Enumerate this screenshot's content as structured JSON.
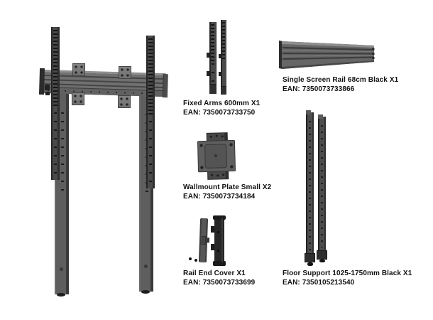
{
  "image_type": "product-parts-overview",
  "colors": {
    "background": "#ffffff",
    "metal_gray": "#5f5f5f",
    "dark_metal": "#262626",
    "label_text": "#111111"
  },
  "parts": [
    {
      "id": "fixed-arms",
      "name": "Fixed Arms 600mm X1",
      "ean": "7350073733750",
      "ean_text": "EAN: 7350073733750"
    },
    {
      "id": "single-screen-rail",
      "name": "Single Screen Rail 68cm Black X1",
      "ean": "7350073733866",
      "ean_text": "EAN: 7350073733866"
    },
    {
      "id": "wallmount-plate",
      "name": "Wallmount Plate Small X2",
      "ean": "7350073734184",
      "ean_text": "EAN: 7350073734184"
    },
    {
      "id": "rail-end-cover",
      "name": "Rail End Cover X1",
      "ean": "7350073733699",
      "ean_text": "EAN: 7350073733699"
    },
    {
      "id": "floor-support",
      "name": "Floor Support 1025-1750mm Black X1",
      "ean": "7350105213540",
      "ean_text": "EAN: 7350105213540"
    }
  ]
}
